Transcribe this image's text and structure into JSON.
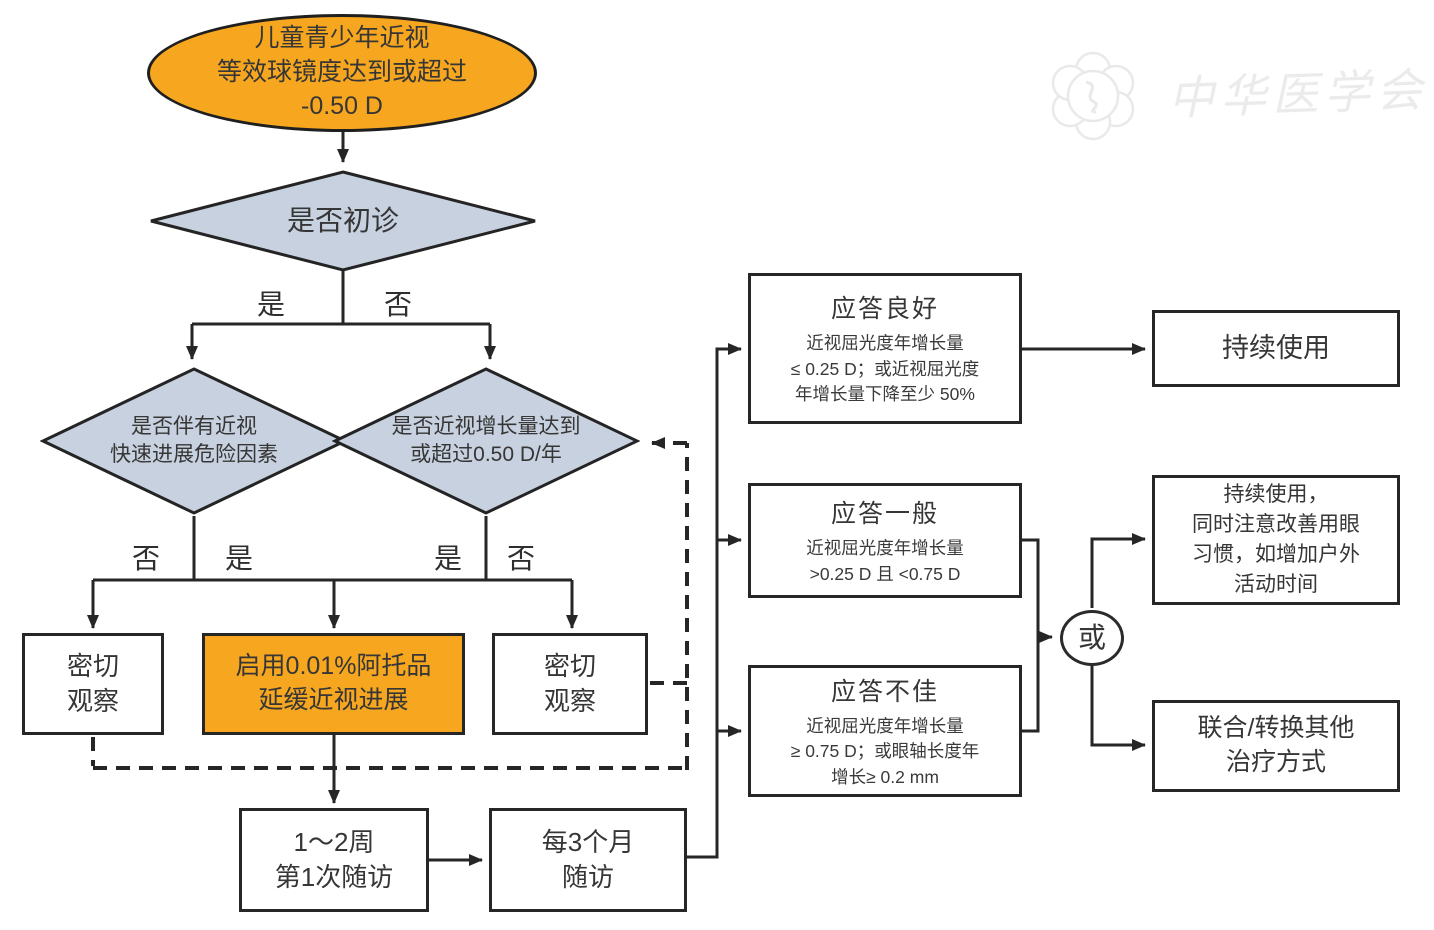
{
  "watermark": {
    "text": "中华医学会",
    "emblem": "cma-flower-emblem"
  },
  "colors": {
    "node_orange": "#F6A71F",
    "node_blue_gray": "#C8D1DF",
    "line_dark": "#262626",
    "text_dark": "#363636",
    "watermark_gray": "#EBEBEB"
  },
  "nodes": {
    "start": {
      "text": "儿童青少年近视\n等效球镜度达到或超过\n-0.50 D"
    },
    "first_visit": {
      "text": "是否初诊"
    },
    "risk_factors": {
      "text": "是否伴有近视\n快速进展危险因素"
    },
    "progression": {
      "text": "是否近视增长量达到\n或超过0.50 D/年"
    },
    "observe_left": {
      "text": "密切\n观察"
    },
    "atropine": {
      "text": "启用0.01%阿托品\n延缓近视进展"
    },
    "observe_right": {
      "text": "密切\n观察"
    },
    "followup_first": {
      "text": "1～2周\n第1次随访"
    },
    "followup_q3m": {
      "text": "每3个月\n随访"
    },
    "resp_good": {
      "title": "应答良好",
      "body": "近视屈光度年增长量\n≤ 0.25 D；或近视屈光度\n年增长量下降至少 50%"
    },
    "resp_moderate": {
      "title": "应答一般",
      "body": "近视屈光度年增长量\n>0.25 D 且 <0.75 D"
    },
    "resp_poor": {
      "title": "应答不佳",
      "body": "近视屈光度年增长量\n≥ 0.75 D；或眼轴长度年\n增长≥ 0.2 mm"
    },
    "continue_use": {
      "text": "持续使用"
    },
    "continue_improve": {
      "text": "持续使用，\n同时注意改善用眼\n习惯，如增加户外\n活动时间"
    },
    "combine_switch": {
      "text": "联合/转换其他\n治疗方式"
    },
    "or_connector": {
      "text": "或"
    }
  },
  "branch_labels": {
    "first_visit_yes": "是",
    "first_visit_no": "否",
    "risk_no": "否",
    "risk_yes": "是",
    "prog_yes": "是",
    "prog_no": "否"
  }
}
